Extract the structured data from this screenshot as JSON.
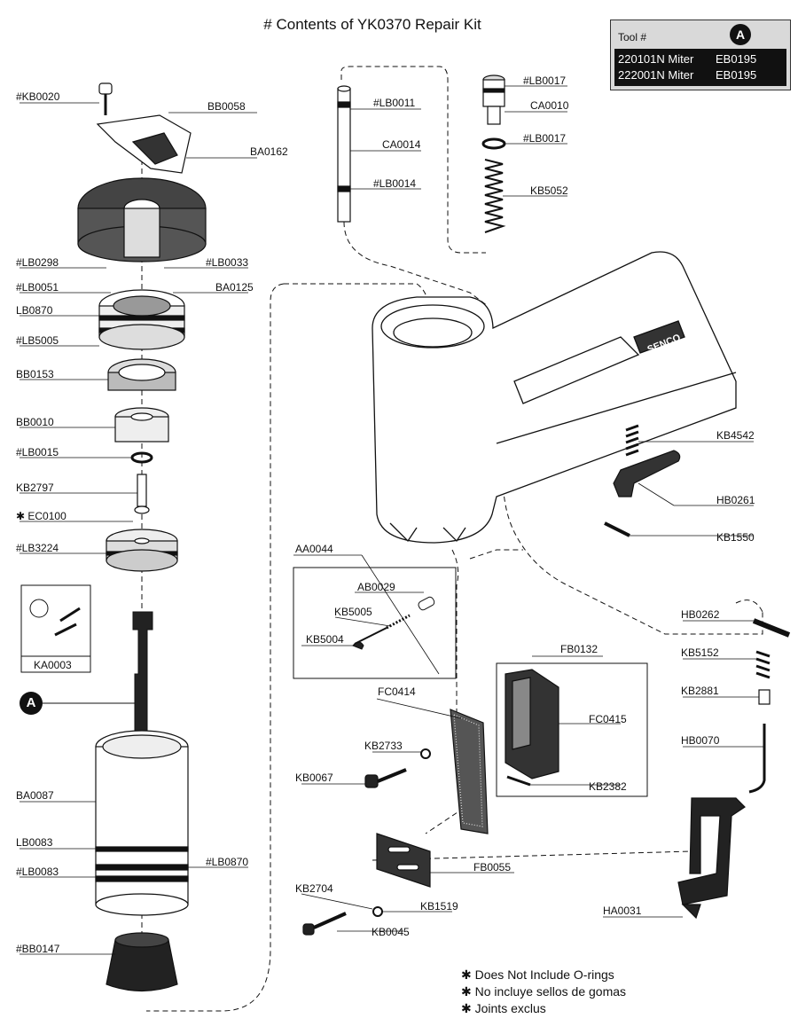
{
  "title": "# Contents of YK0370 Repair Kit",
  "tool_table": {
    "header": "Tool #",
    "badge": "A",
    "rows": [
      {
        "tool": "220101N Miter",
        "part": "EB0195"
      },
      {
        "tool": "222001N Miter",
        "part": "EB0195"
      }
    ]
  },
  "callout_badge": "A",
  "labels": {
    "kb0020": "#KB0020",
    "bb0058": "BB0058",
    "ba0162": "BA0162",
    "lb0298": "#LB0298",
    "lb0033": "#LB0033",
    "lb0051": "#LB0051",
    "ba0125": "BA0125",
    "lb0870a": "LB0870",
    "lb5005": "#LB5005",
    "bb0153": "BB0153",
    "bb0010": "BB0010",
    "lb0015": "#LB0015",
    "kb2797": "KB2797",
    "ec0100": "✱ EC0100",
    "lb3224": "#LB3224",
    "ka0003": "KA0003",
    "ba0087": "BA0087",
    "lb0083a": "LB0083",
    "lb0083b": "#LB0083",
    "lb0870b": "#LB0870",
    "bb0147": "#BB0147",
    "lb0011": "#LB0011",
    "ca0014": "CA0014",
    "lb0014": "#LB0014",
    "lb0017a": "#LB0017",
    "ca0010": "CA0010",
    "lb0017b": "#LB0017",
    "kb5052": "KB5052",
    "kb4542": "KB4542",
    "hb0261": "HB0261",
    "kb1550": "KB1550",
    "aa0044": "AA0044",
    "ab0029": "AB0029",
    "kb5005": "KB5005",
    "kb5004": "KB5004",
    "hb0262": "HB0262",
    "kb5152": "KB5152",
    "kb2881": "KB2881",
    "hb0070": "HB0070",
    "fb0132": "FB0132",
    "fc0414": "FC0414",
    "fc0415": "FC0415",
    "kb2733": "KB2733",
    "kb0067": "KB0067",
    "kb2382": "KB2382",
    "fb0055": "FB0055",
    "kb2704": "KB2704",
    "kb1519": "KB1519",
    "kb0045": "KB0045",
    "ha0031": "HA0031",
    "brand": "SENCO"
  },
  "notes": [
    "✱ Does Not Include O-rings",
    "✱ No incluye sellos de gomas",
    "✱ Joints exclus"
  ]
}
